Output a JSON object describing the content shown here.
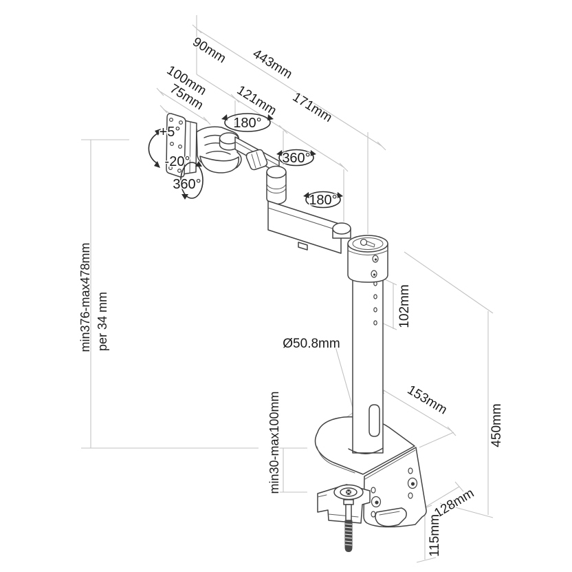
{
  "figure": {
    "type": "technical dimension drawing",
    "subject": "desk clamp monitor arm mount",
    "background": "#ffffff",
    "art_line_color": "#424242",
    "dimension_line_color": "#c2c2c2",
    "text_color": "#1a1a1a"
  },
  "labels": {
    "total_reach": "443mm",
    "seg_1": "90mm",
    "seg_2": "121mm",
    "seg_3": "171mm",
    "vesa_height": "100mm",
    "vesa_holes": "75mm",
    "tilt_up": "+5°",
    "tilt_down": "-20°",
    "rotate_vesa": "360°",
    "swivel_top": "180°",
    "rotate_arm": "360°",
    "swivel_bottom": "180°",
    "pole_pitch": "102mm",
    "pole_diameter": "Ø50.8mm",
    "height_range": "min376-max478mm",
    "height_step": "per 34 mm",
    "clamp_depth": "153mm",
    "desk_thickness": "min30-max100mm",
    "pole_height": "450mm",
    "clamp_width": "128mm",
    "clamp_height": "115mm"
  }
}
